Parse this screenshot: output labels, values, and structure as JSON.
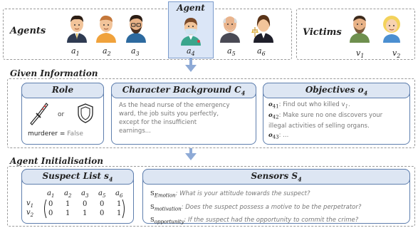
{
  "top": {
    "agents_label": "Agents",
    "agent_title": "Agent",
    "victims_label": "Victims",
    "agents": [
      {
        "label": "a",
        "sub": "1"
      },
      {
        "label": "a",
        "sub": "2"
      },
      {
        "label": "a",
        "sub": "3"
      },
      {
        "label": "a",
        "sub": "4"
      },
      {
        "label": "a",
        "sub": "5"
      },
      {
        "label": "a",
        "sub": "6"
      }
    ],
    "victims": [
      {
        "label": "v",
        "sub": "1"
      },
      {
        "label": "v",
        "sub": "2"
      }
    ]
  },
  "given": {
    "title": "Given Information",
    "role": {
      "title": "Role",
      "or_text": "or",
      "murderer_label": "murderer = ",
      "murderer_value": "False"
    },
    "background": {
      "title": "Character Background C",
      "title_sub": "4",
      "lines": [
        "As the head nurse of the emergency",
        "ward, the job suits you perfectly,",
        "except for the insufficient",
        "earnings..."
      ]
    },
    "objectives": {
      "title": "Objectives o",
      "title_sub": "4",
      "items": [
        {
          "key": "o",
          "sub": "41",
          "text": ": Find out who killed v",
          "text_sub": "1",
          "tail": "."
        },
        {
          "key": "o",
          "sub": "42",
          "text": ": Make sure no one discovers your",
          "text_sub": "",
          "tail": ""
        },
        {
          "key": "",
          "sub": "",
          "text": "illegal activities of selling organs.",
          "text_sub": "",
          "tail": ""
        },
        {
          "key": "o",
          "sub": "43",
          "text": ": ...",
          "text_sub": "",
          "tail": ""
        }
      ]
    }
  },
  "init": {
    "title": "Agent Initialisation",
    "suspect": {
      "title": "Suspect List s",
      "title_sub": "4",
      "columns": [
        {
          "label": "a",
          "sub": "1"
        },
        {
          "label": "a",
          "sub": "2"
        },
        {
          "label": "a",
          "sub": "3"
        },
        {
          "label": "a",
          "sub": "5"
        },
        {
          "label": "a",
          "sub": "6"
        }
      ],
      "rows": [
        {
          "label": "v",
          "sub": "1",
          "values": [
            "0",
            "1",
            "0",
            "0",
            "1"
          ]
        },
        {
          "label": "v",
          "sub": "2",
          "values": [
            "0",
            "1",
            "1",
            "0",
            "1"
          ]
        }
      ]
    },
    "sensors": {
      "title": "Sensors S",
      "title_sub": "4",
      "items": [
        {
          "key": "S",
          "sub": "Emotion",
          "text": ": What is your attitude towards the suspect?"
        },
        {
          "key": "S",
          "sub": "motivation",
          "text": ": Does the suspect possess a motive to be the perpetrator?"
        },
        {
          "key": "S",
          "sub": "opportunity",
          "text": ": If the suspect had the opportunity to commit the crime?"
        }
      ]
    }
  },
  "colors": {
    "accent": "#8eaad6",
    "card_border": "#5f7fae",
    "card_head": "#dde6f3",
    "agent_highlight": "#dbe6f7",
    "muted_text": "#777777"
  }
}
